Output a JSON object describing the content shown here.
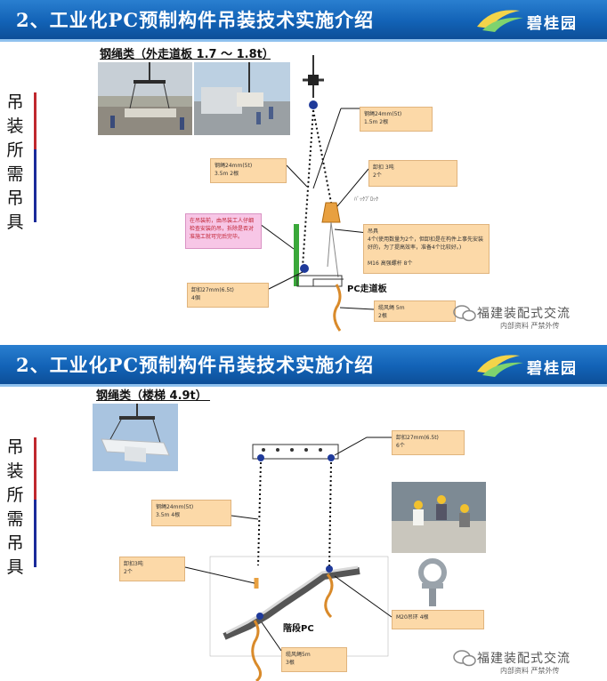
{
  "slide1": {
    "title": "2、工业化PC预制构件吊装技术实施介绍",
    "logo": "碧桂园",
    "side_label": "吊装所需吊具",
    "subtitle": "钢绳类（外走道板 1.7 ～ 1.8t）",
    "pc_label": "PC走道板",
    "handwritten": "ﾊﾞｯｸﾌﾞﾛｯｸ",
    "notes": {
      "wire_top": [
        "钢绳24mm(5t)",
        "1.5m  2根"
      ],
      "wire_left": [
        "钢绳24mm(5t)",
        "3.5m  2根"
      ],
      "shackle": [
        "卸扣  3吨",
        "2个"
      ],
      "pink": [
        "在吊装前，由吊装工人仔细检查安装的吊，拆除是否对准施工就可完后完毕。"
      ],
      "lifting": [
        "吊具",
        "4个(使用数量为2个，但卸扣是在构件上事先安装好的，为了提高效率，准备4个比较好。)",
        "",
        "M16 高强螺杆  8个"
      ],
      "shackle27": [
        "卸扣27mm(6.5t)",
        "4個"
      ],
      "rope": [
        "缆风绳  5m",
        "2根"
      ]
    },
    "watermark": "福建装配式交流",
    "watermark_sub": "内部资料 严禁外传"
  },
  "slide2": {
    "title": "2、工业化PC预制构件吊装技术实施介绍",
    "logo": "碧桂园",
    "side_label": "吊装所需吊具",
    "subtitle": "钢绳类（楼梯  4.9t）",
    "pc_label": "階段PC",
    "notes": {
      "shackle27": [
        "卸扣27mm(6.5t)",
        "6个"
      ],
      "wire": [
        "钢绳24mm(5t)",
        "3.5m  4根"
      ],
      "shackle": [
        "卸扣3吨",
        "2个"
      ],
      "m20": [
        "M20吊环  4根"
      ],
      "rope": [
        "缆风绳5m",
        "3根"
      ]
    },
    "watermark": "福建装配式交流",
    "watermark_sub": "内部资料 严禁外传"
  },
  "colors": {
    "header_blue": "#1262b6",
    "note_orange": "#fcd9a8",
    "note_pink": "#f7c6e6",
    "bar_red": "#c0282e",
    "bar_blue": "#1a2a9a",
    "chain_orange": "#e8a040",
    "rope_orange": "#d98a2a"
  }
}
